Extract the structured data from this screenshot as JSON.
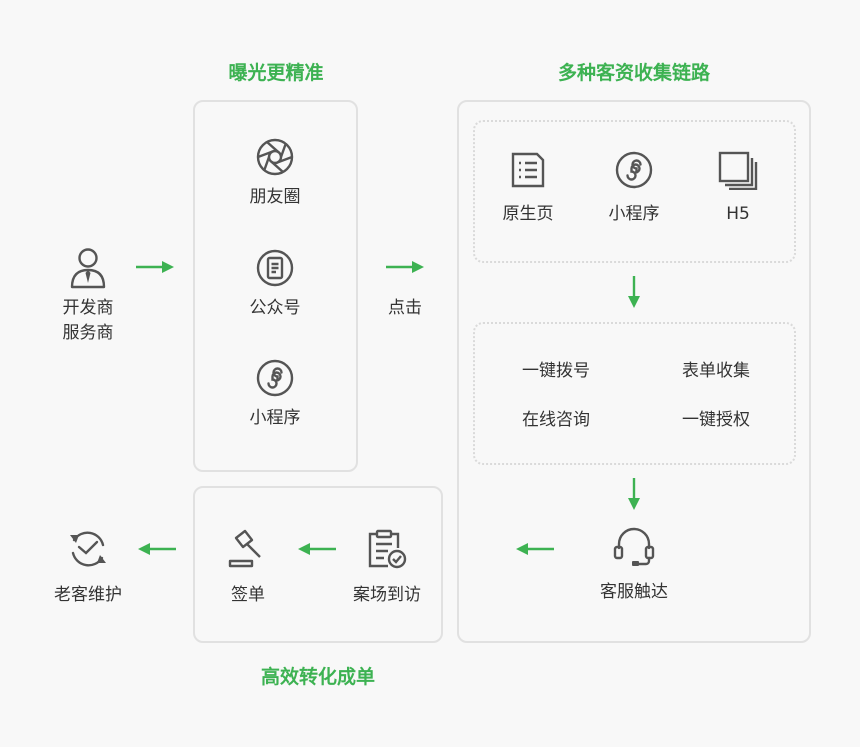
{
  "titles": {
    "exposure": "曝光更精准",
    "leads": "多种客资收集链路",
    "conversion": "高效转化成单"
  },
  "actor": {
    "line1": "开发商",
    "line2": "服务商"
  },
  "channels": [
    {
      "label": "朋友圈",
      "icon": "aperture-icon"
    },
    {
      "label": "公众号",
      "icon": "document-circle-icon"
    },
    {
      "label": "小程序",
      "icon": "miniprogram-icon"
    }
  ],
  "click_label": "点击",
  "pages": [
    {
      "label": "原生页",
      "icon": "list-page-icon"
    },
    {
      "label": "小程序",
      "icon": "miniprogram-icon"
    },
    {
      "label": "H5",
      "icon": "stacked-pages-icon"
    }
  ],
  "actions": [
    "一键拨号",
    "表单收集",
    "在线咨询",
    "一键授权"
  ],
  "service": {
    "label": "客服触达",
    "icon": "headset-icon"
  },
  "conversion_steps": [
    {
      "label": "案场到访",
      "icon": "clipboard-check-icon"
    },
    {
      "label": "签单",
      "icon": "gavel-icon"
    }
  ],
  "maintenance": {
    "label": "老客维护",
    "icon": "refresh-check-icon"
  },
  "colors": {
    "accent": "#3db252",
    "icon": "#555555",
    "border": "#e1e1e1"
  }
}
